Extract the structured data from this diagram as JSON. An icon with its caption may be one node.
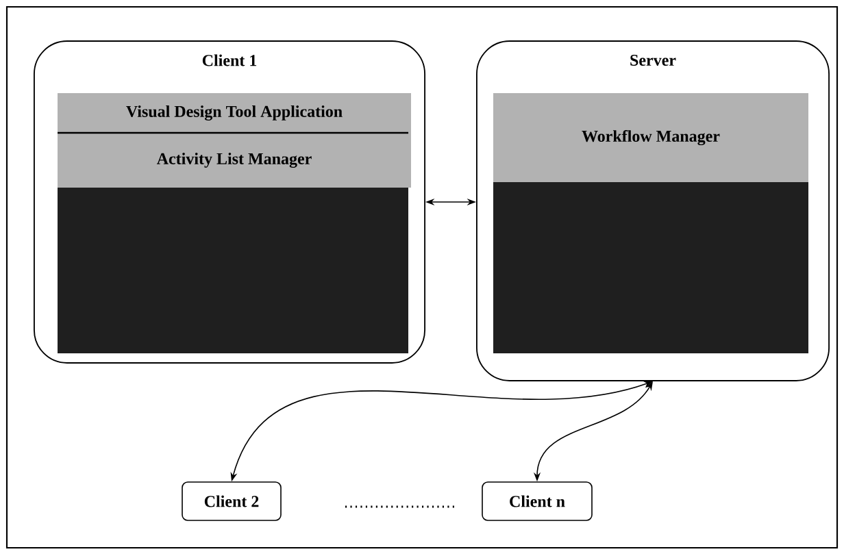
{
  "diagram": {
    "nodes": [
      {
        "text": [
          "Client 1"
        ]
      },
      {
        "text": [
          "Visual Design Tool Application"
        ],
        "in": 0
      },
      {
        "text": [
          "Activity List Manager"
        ],
        "in": 0
      },
      {
        "text": [],
        "shape": "box",
        "in": 0
      },
      {
        "text": [
          "Server"
        ]
      },
      {
        "text": [
          "Workflow Manager"
        ],
        "in": 4
      },
      {
        "text": [],
        "shape": "box",
        "in": 4
      },
      {
        "text": [
          "Client 2"
        ]
      },
      {
        "text": [
          "Client n"
        ]
      }
    ],
    "edges": [
      {
        "from": 0,
        "to": 4,
        "arrow": "both"
      },
      {
        "from": 4,
        "to": 7,
        "arrow": "both"
      },
      {
        "from": 4,
        "to": 8,
        "arrow": "both"
      }
    ]
  }
}
